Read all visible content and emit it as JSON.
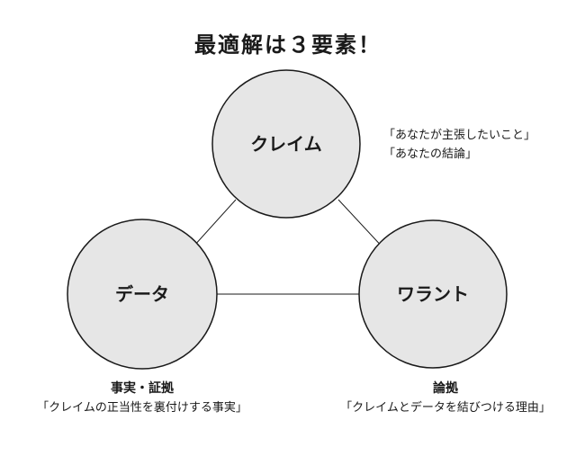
{
  "title": "最適解は３要素！",
  "nodes": {
    "claim": {
      "label": "クレイム"
    },
    "data": {
      "label": "データ"
    },
    "warrant": {
      "label": "ワラント"
    }
  },
  "notes": {
    "claim": {
      "line1": "「あなたが主張したいこと」",
      "line2": "「あなたの結論」"
    },
    "data": {
      "heading": "事実・証拠",
      "line1": "「クレイムの正当性を裏付けする事実」"
    },
    "warrant": {
      "heading": "論拠",
      "line1": "「クレイムとデータを結びつける理由」"
    }
  },
  "colors": {
    "circle_fill": "#e6e6e6",
    "stroke": "#1a1a1a"
  }
}
